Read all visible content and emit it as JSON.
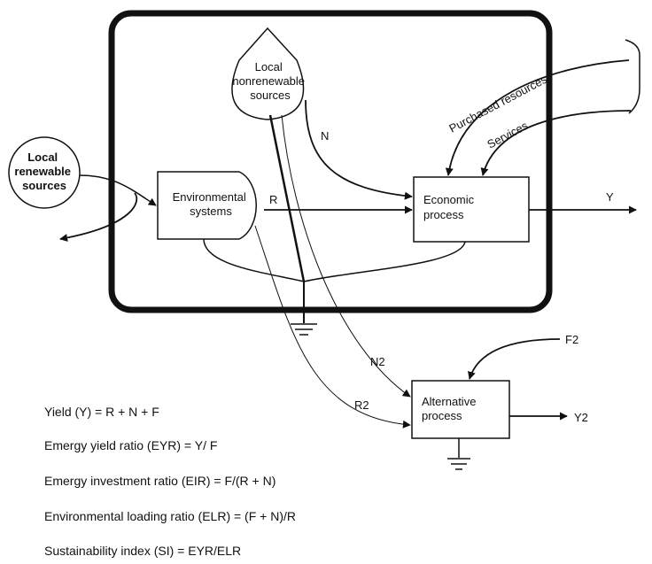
{
  "nodes": {
    "local_renewable": [
      "Local",
      "renewable",
      "sources"
    ],
    "local_nonrenewable": [
      "Local",
      "nonrenewable",
      "sources"
    ],
    "environmental_systems": [
      "Environmental",
      "systems"
    ],
    "economic_process": [
      "Economic",
      "process"
    ],
    "alternative_process": [
      "Alternative",
      "process"
    ]
  },
  "flows": {
    "purchased_resources": "Purchased resources",
    "services": "Services",
    "n": "N",
    "r": "R",
    "y": "Y",
    "n2": "N2",
    "r2": "R2",
    "f2": "F2",
    "y2": "Y2"
  },
  "formulas": [
    "Yield (Y) = R + N + F",
    "Emergy yield ratio (EYR) = Y/ F",
    "Emergy investment ratio (EIR) = F/(R + N)",
    "Environmental loading ratio (ELR) = (F + N)/R",
    "Sustainability index (SI) = EYR/ELR"
  ]
}
